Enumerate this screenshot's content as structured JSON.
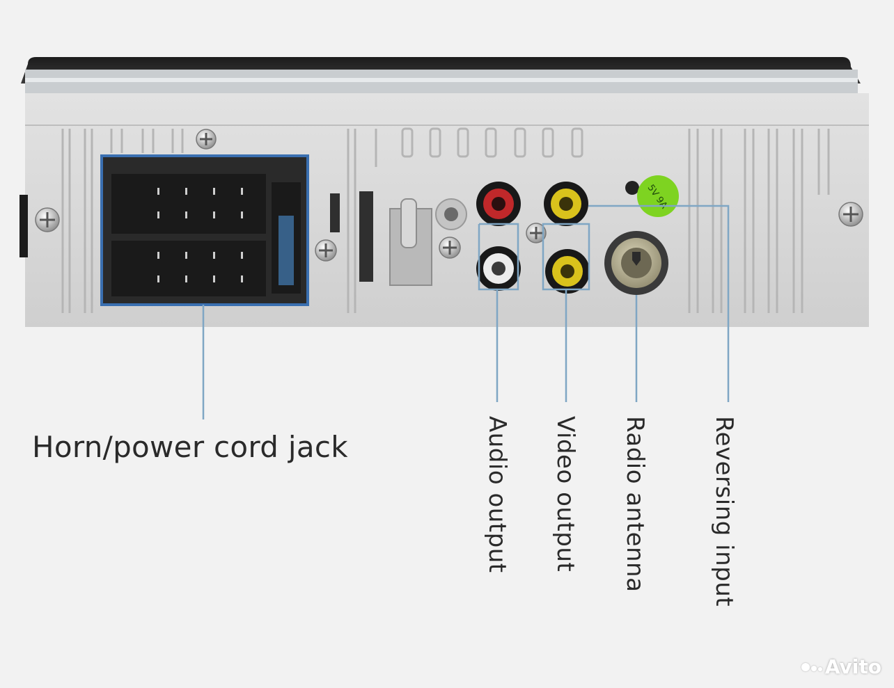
{
  "labels": {
    "horn_power": "Horn/power cord jack",
    "audio_output": "Audio output",
    "video_output": "Video output",
    "radio_antenna": "Radio antenna",
    "reversing_input": "Reversing input"
  },
  "sticker_text": "5V 9A",
  "watermark": "Avito",
  "colors": {
    "callout_line": "#7fa6c4",
    "chassis": "#d6d6d6",
    "connector_frame": "#3a6fb0",
    "rca_red": "#c0282a",
    "rca_yellow": "#d9c21c",
    "rca_white": "#ececec",
    "sticker_green": "#7ed321"
  }
}
